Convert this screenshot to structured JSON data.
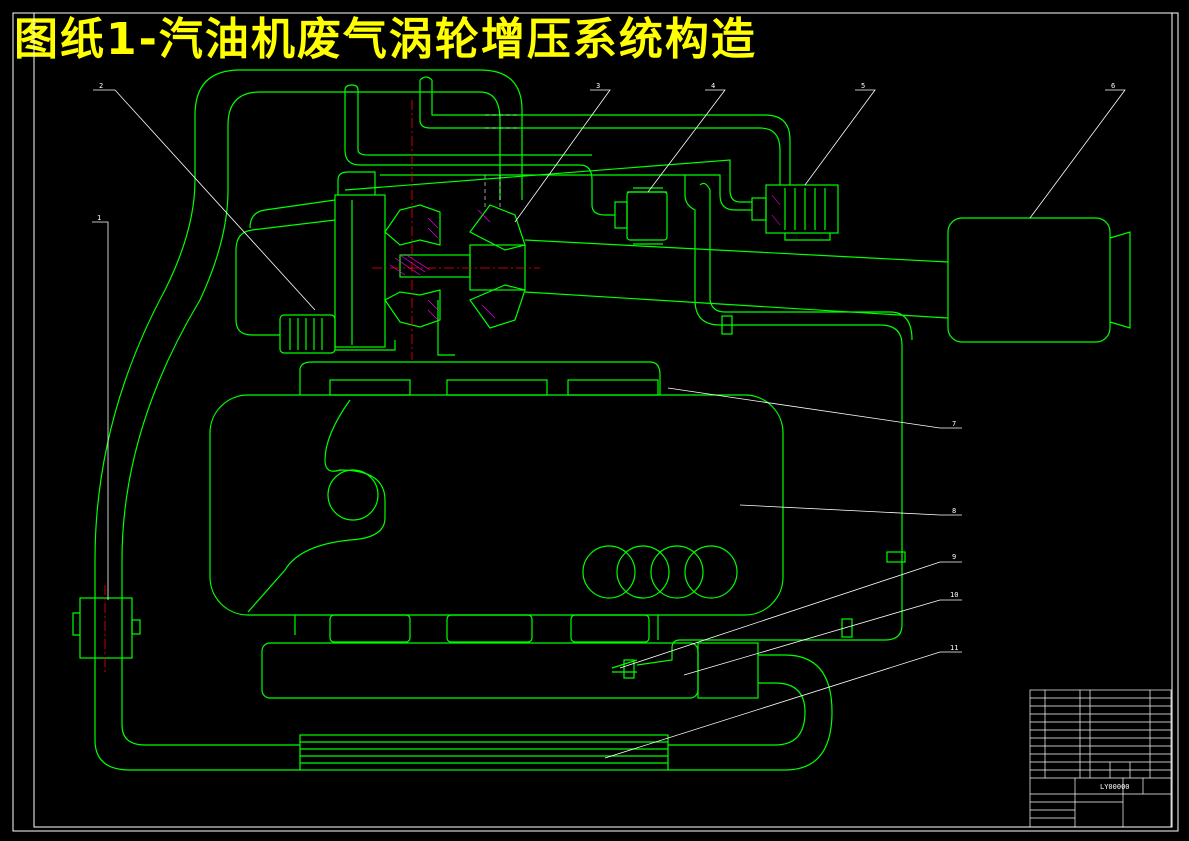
{
  "title": "图纸1-汽油机废气涡轮增压系统构造",
  "colors": {
    "background": "#000000",
    "outline": "#00ff00",
    "frame": "#ffffff",
    "title": "#ffff00",
    "centerline": "#ff0000",
    "hatch": "#ff00ff"
  },
  "callouts": [
    "1",
    "2",
    "3",
    "4",
    "5",
    "6",
    "7",
    "8",
    "9",
    "10",
    "11"
  ],
  "title_block": {
    "drawing_code": "LY00000"
  }
}
